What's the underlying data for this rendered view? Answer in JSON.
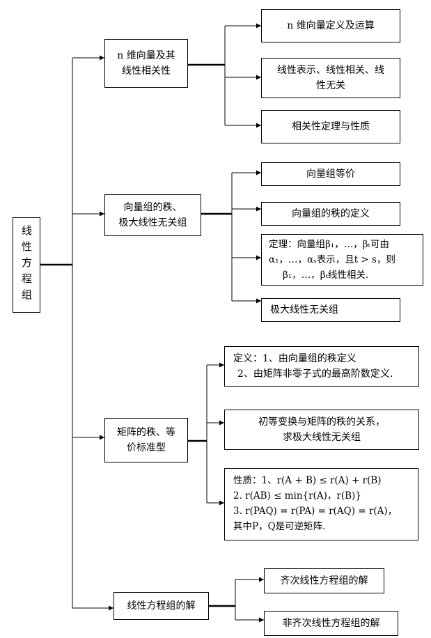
{
  "root": {
    "label": "线性方程组"
  },
  "sections": [
    {
      "label_lines": [
        "n 维向量及其",
        "线性相关性"
      ],
      "children": [
        {
          "lines": [
            "n 维向量定义及运算"
          ]
        },
        {
          "lines": [
            "线性表示、线性相关、线",
            "性无关"
          ]
        },
        {
          "lines": [
            "相关性定理与性质"
          ]
        }
      ]
    },
    {
      "label_lines": [
        "向量组的秩、",
        "极大线性无关组"
      ],
      "children": [
        {
          "lines": [
            "向量组等价"
          ]
        },
        {
          "lines": [
            "向量组的秩的定义"
          ]
        },
        {
          "lines": [
            "定理：向量组β₁，…，βₜ可由",
            "α₁，…，αₛ表示，且t > s，则",
            "β₁，…，βₜ线性相关."
          ]
        },
        {
          "lines": [
            "极大线性无关组"
          ]
        }
      ]
    },
    {
      "label_lines": [
        "矩阵的秩、等",
        "价标准型"
      ],
      "children": [
        {
          "lines": [
            "定义：1、由向量组的秩定义",
            "2、由矩阵非零子式的最高阶数定义."
          ]
        },
        {
          "lines": [
            "初等变换与矩阵的秩的关系，",
            "求极大线性无关组"
          ]
        },
        {
          "lines": [
            "性质：1、r(A + B) ≤ r(A) + r(B)",
            "2. r(AB) ≤ min{r(A)，r(B)}",
            "3.  r(PAQ) = r(PA) = r(AQ) = r(A)，",
            "其中P，Q是可逆矩阵."
          ]
        }
      ]
    },
    {
      "label_lines": [
        "线性方程组的解"
      ],
      "children": [
        {
          "lines": [
            "齐次线性方程组的解"
          ]
        },
        {
          "lines": [
            "非齐次线性方程组的解"
          ]
        }
      ]
    }
  ]
}
